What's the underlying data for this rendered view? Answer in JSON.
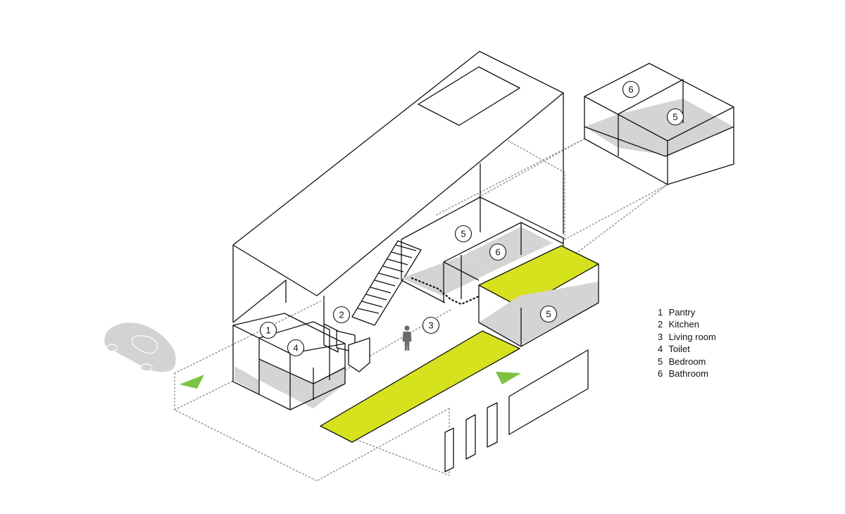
{
  "diagram": {
    "title": "Exploded axonometric house diagram",
    "colors": {
      "circulation": "#d6e21e",
      "arrow": "#7dc242",
      "floor_shade": "#d4d4d4",
      "car": "#d3d3d3",
      "person": "#6b6b6b",
      "line": "#111111"
    },
    "badges": {
      "pantry": "1",
      "toilet": "4",
      "kitchen": "2",
      "living": "3",
      "bedroom_mid": "5",
      "bathroom_mid": "6",
      "bedroom_front": "5",
      "bathroom_upper": "6",
      "bedroom_upper": "5"
    },
    "icons": [
      "car-icon",
      "person-icon",
      "entry-arrow-icon",
      "entry-arrow-icon"
    ]
  },
  "legend": {
    "items": [
      {
        "num": "1",
        "label": "Pantry"
      },
      {
        "num": "2",
        "label": "Kitchen"
      },
      {
        "num": "3",
        "label": "Living room"
      },
      {
        "num": "4",
        "label": "Toilet"
      },
      {
        "num": "5",
        "label": "Bedroom"
      },
      {
        "num": "6",
        "label": "Bathroom"
      }
    ]
  }
}
